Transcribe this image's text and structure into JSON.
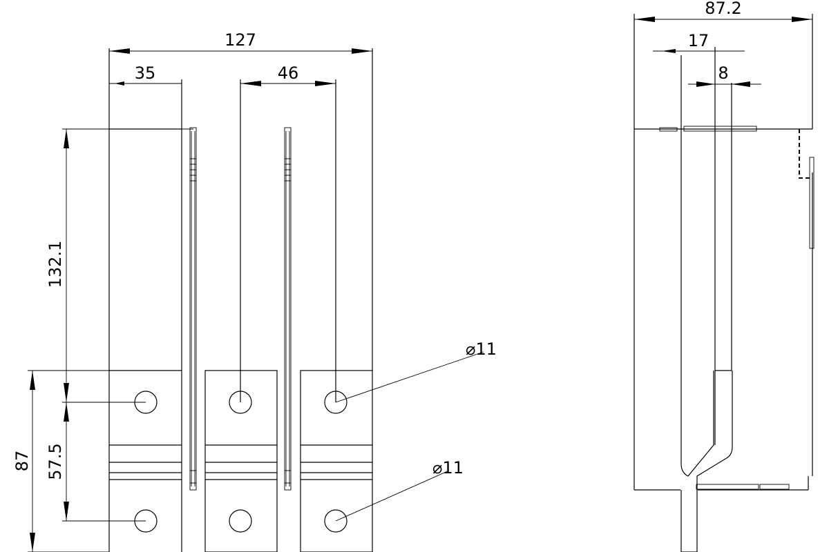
{
  "dimensions": {
    "front_total_width": "127",
    "front_left_width": "35",
    "front_mid_spacing": "46",
    "front_height_upper": "132.1",
    "front_height_total": "87",
    "front_hole_spacing": "57.5",
    "hole_diameter_top": "⌀11",
    "hole_diameter_bottom": "⌀11",
    "side_total_width": "87.2",
    "side_offset": "17",
    "side_thickness": "8"
  }
}
